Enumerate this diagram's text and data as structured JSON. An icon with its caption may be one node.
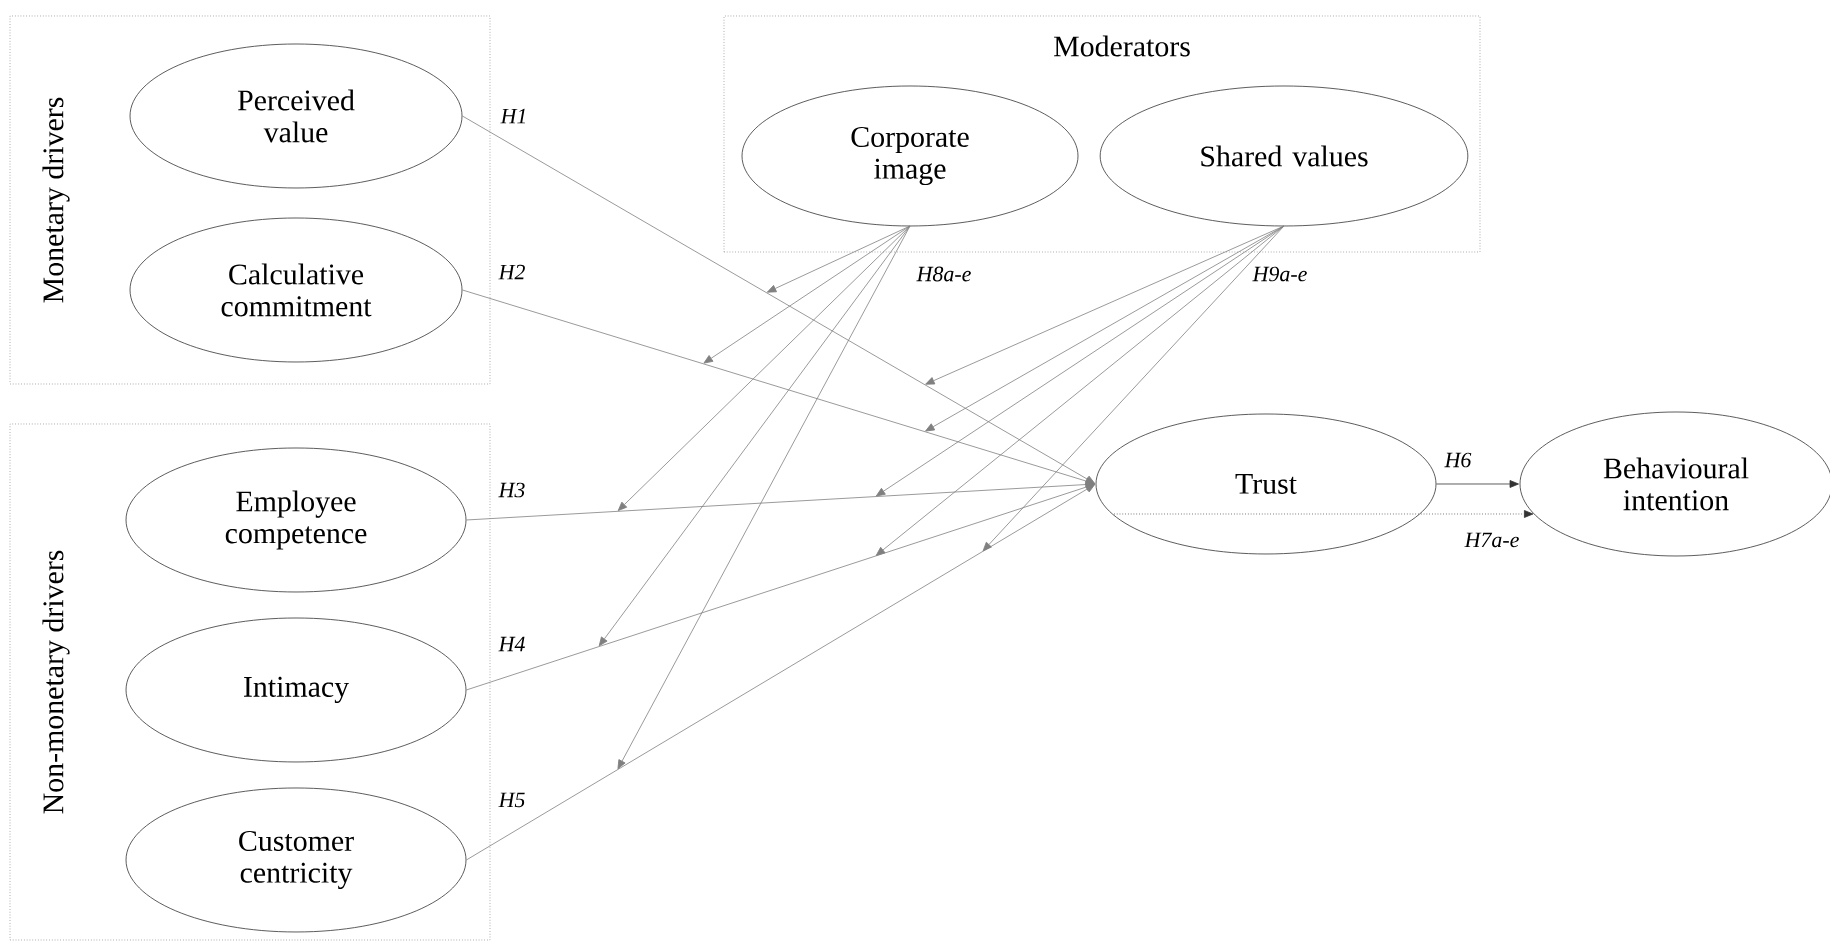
{
  "diagram": {
    "nodes": [
      {
        "text": [
          "Monetary drivers"
        ]
      },
      {
        "text": [
          "Perceived value"
        ],
        "in": 0
      },
      {
        "text": [
          "Calculative commitment"
        ],
        "in": 0
      },
      {
        "text": [
          "Non-monetary drivers"
        ]
      },
      {
        "text": [
          "Employee competence"
        ],
        "in": 3
      },
      {
        "text": [
          "Intimacy"
        ],
        "in": 3
      },
      {
        "text": [
          "Customer centricity"
        ],
        "in": 3
      },
      {
        "text": [
          "Moderators"
        ]
      },
      {
        "text": [
          "Corporate image"
        ],
        "in": 7
      },
      {
        "text": [
          "Shared values"
        ],
        "in": 7
      },
      {
        "text": [
          "Trust"
        ]
      },
      {
        "text": [
          "Behavioural intention"
        ]
      }
    ],
    "edges": [
      {
        "from": 1,
        "to": 10,
        "arrow": "to",
        "label": "H1"
      },
      {
        "from": 2,
        "to": 10,
        "arrow": "to",
        "label": "H2"
      },
      {
        "from": 4,
        "to": 10,
        "arrow": "to",
        "label": "H3"
      },
      {
        "from": 5,
        "to": 10,
        "arrow": "to",
        "label": "H4"
      },
      {
        "from": 6,
        "to": 10,
        "arrow": "to",
        "label": "H5"
      },
      {
        "from": 10,
        "to": 11,
        "arrow": "to",
        "label": "H6",
        "color": "#333333"
      },
      {
        "from": 10,
        "to": 11,
        "arrow": "to",
        "label": "H7a-e",
        "style": "dashed",
        "color": "#333333"
      },
      {
        "from": 8,
        "to": null,
        "arrow": "to"
      },
      {
        "from": 8,
        "to": null,
        "arrow": "to"
      },
      {
        "from": 8,
        "to": null,
        "arrow": "to"
      },
      {
        "from": 8,
        "to": null,
        "arrow": "to"
      },
      {
        "from": 8,
        "to": null,
        "arrow": "to"
      },
      {
        "from": 9,
        "to": null,
        "arrow": "to"
      },
      {
        "from": 9,
        "to": null,
        "arrow": "to"
      },
      {
        "from": 9,
        "to": null,
        "arrow": "to"
      },
      {
        "from": 9,
        "to": null,
        "arrow": "to"
      },
      {
        "from": 9,
        "to": null,
        "arrow": "to"
      }
    ],
    "labels": [
      "H8a-e",
      "H9a-e"
    ]
  }
}
